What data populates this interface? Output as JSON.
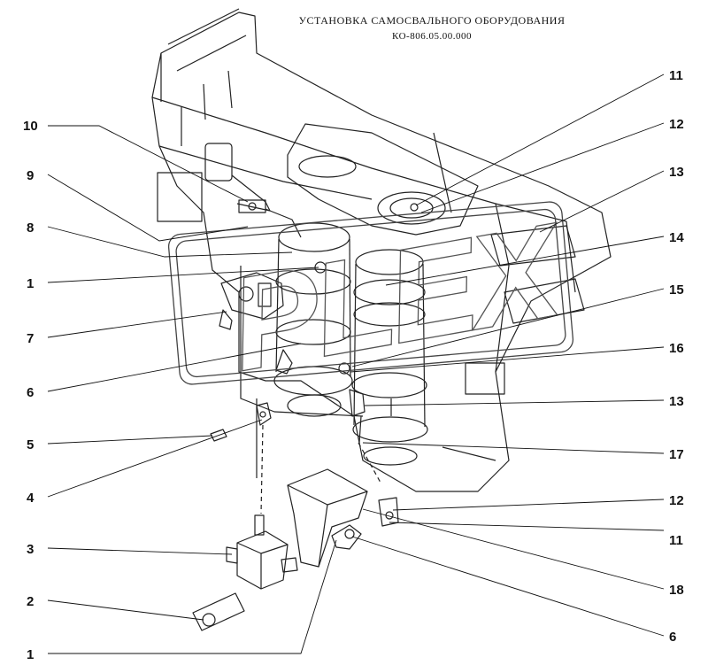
{
  "title": {
    "line1": "УСТАНОВКА САМОСВАЛЬНОГО ОБОРУДОВАНИЯ",
    "line2": "КО-806.05.00.000"
  },
  "watermark": {
    "text": "PLEX"
  },
  "callouts_left": [
    "10",
    "9",
    "8",
    "1",
    "7",
    "6",
    "5",
    "4",
    "3",
    "2",
    "1"
  ],
  "callouts_right": [
    "11",
    "12",
    "13",
    "14",
    "15",
    "16",
    "13",
    "17",
    "12",
    "11",
    "18",
    "6"
  ]
}
